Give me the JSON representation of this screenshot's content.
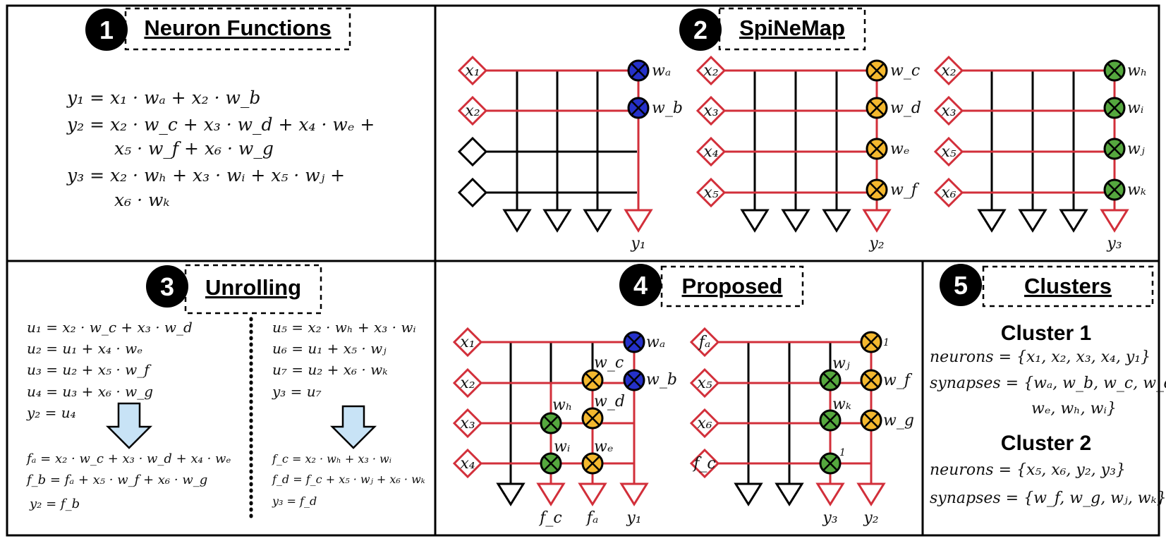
{
  "colors": {
    "red": "#d22f3a",
    "blue": "#2531c9",
    "orange": "#f4b82e",
    "green": "#55a83e",
    "arrow_fill": "#c8e3f6",
    "black": "#000000"
  },
  "panels": {
    "p1": {
      "number": "1",
      "title": "Neuron Functions",
      "equations": [
        "y₁ = x₁ · wₐ + x₂ · w_b",
        "y₂ = x₂ · w_c + x₃ · w_d + x₄ · wₑ +",
        "x₅ · w_f + x₆ · w_g",
        "y₃ = x₂ · wₕ + x₃ · wᵢ + x₅ · wⱼ +",
        "x₆ · wₖ"
      ]
    },
    "p2": {
      "number": "2",
      "title": "SpiNeMap",
      "crossbars": [
        {
          "inputs": [
            "x₁",
            "x₂",
            "",
            ""
          ],
          "weights": [
            "wₐ",
            "w_b"
          ],
          "output": "y₁"
        },
        {
          "inputs": [
            "x₂",
            "x₃",
            "x₄",
            "x₅"
          ],
          "weights": [
            "w_c",
            "w_d",
            "wₑ",
            "w_f"
          ],
          "output": "y₂"
        },
        {
          "inputs": [
            "x₂",
            "x₃",
            "x₅",
            "x₆"
          ],
          "weights": [
            "wₕ",
            "wᵢ",
            "wⱼ",
            "wₖ"
          ],
          "output": "y₃"
        }
      ]
    },
    "p3": {
      "number": "3",
      "title": "Unrolling",
      "left_top": [
        "u₁ = x₂ · w_c + x₃ · w_d",
        "u₂ = u₁ + x₄ · wₑ",
        "u₃ = u₂ + x₅ · w_f",
        "u₄ = u₃ + x₆ · w_g",
        "y₂ = u₄"
      ],
      "left_bottom": [
        "fₐ = x₂ · w_c + x₃ · w_d + x₄ · wₑ",
        "f_b = fₐ + x₅ · w_f + x₆ · w_g",
        "y₂ = f_b"
      ],
      "right_top": [
        "u₅ = x₂ · wₕ + x₃ · wᵢ",
        "u₆ = u₁ + x₅ · wⱼ",
        "u₇ = u₂ + x₆ · wₖ",
        "y₃ = u₇"
      ],
      "right_bottom": [
        "f_c = x₂ · wₕ + x₃ · wᵢ",
        "f_d = f_c + x₅ · wⱼ + x₆ · wₖ",
        "y₃ = f_d"
      ]
    },
    "p4": {
      "number": "4",
      "title": "Proposed",
      "crossbar_a": {
        "inputs": [
          "x₁",
          "x₂",
          "x₃",
          "x₄"
        ],
        "outputs": [
          "f_c",
          "fₐ",
          "y₁"
        ],
        "weights": {
          "wa": "wₐ",
          "wb": "w_b",
          "wc": "w_c",
          "wd": "w_d",
          "we": "wₑ",
          "wh": "wₕ",
          "wi": "wᵢ"
        }
      },
      "crossbar_b": {
        "inputs": [
          "fₐ",
          "x₅",
          "x₆",
          "f_c"
        ],
        "outputs": [
          "y₃",
          "y₂"
        ],
        "weights": {
          "one_top": "1",
          "wf": "w_f",
          "wg": "w_g",
          "wj": "wⱼ",
          "wk": "wₖ",
          "one_bottom": "1"
        }
      }
    },
    "p5": {
      "number": "5",
      "title": "Clusters",
      "clusters": [
        {
          "name": "Cluster 1",
          "neurons": "neurons = {x₁, x₂, x₃, x₄, y₁}",
          "synapses_1": "synapses = {wₐ, w_b, w_c, w_d,",
          "synapses_2": "wₑ, wₕ, wᵢ}"
        },
        {
          "name": "Cluster 2",
          "neurons": "neurons = {x₅, x₆, y₂, y₃}",
          "synapses_1": "synapses = {w_f, w_g, wⱼ, wₖ}",
          "synapses_2": ""
        }
      ]
    }
  }
}
